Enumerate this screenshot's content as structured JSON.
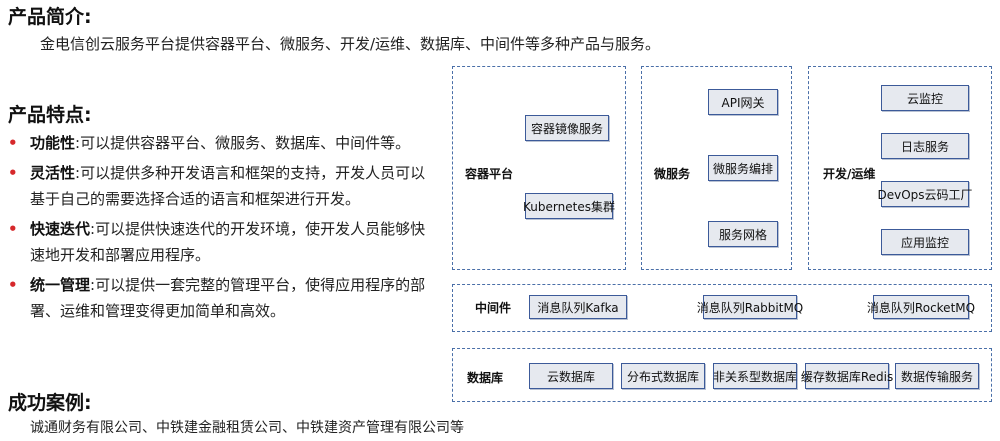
{
  "intro": {
    "title": "产品简介:",
    "text": "金电信创云服务平台提供容器平台、微服务、开发/运维、数据库、中间件等多种产品与服务。"
  },
  "features": {
    "title": "产品特点:",
    "items": [
      {
        "term": "功能性",
        "text": ":可以提供容器平台、微服务、数据库、中间件等。"
      },
      {
        "term": "灵活性",
        "text": ":可以提供多种开发语言和框架的支持，开发人员可以基于自己的需要选择合适的语言和框架进行开发。"
      },
      {
        "term": "快速迭代",
        "text": ":可以提供快速迭代的开发环境，使开发人员能够快速地开发和部署应用程序。"
      },
      {
        "term": "统一管理",
        "text": ":可以提供一套完整的管理平台，使得应用程序的部署、运维和管理变得更加简单和高效。"
      }
    ]
  },
  "cases": {
    "title": "成功案例:",
    "text": "诚通财务有限公司、中铁建金融租赁公司、中铁建资产管理有限公司等"
  },
  "diagram": {
    "container": {
      "label": "容器平台",
      "items": [
        "容器镜像服务",
        "Kubernetes集群"
      ]
    },
    "microservice": {
      "label": "微服务",
      "items": [
        "API网关",
        "微服务编排",
        "服务网格"
      ]
    },
    "devops": {
      "label": "开发/运维",
      "items": [
        "云监控",
        "日志服务",
        "DevOps云码工厂",
        "应用监控"
      ]
    },
    "middleware": {
      "label": "中间件",
      "items": [
        "消息队列Kafka",
        "消息队列RabbitMQ",
        "消息队列RocketMQ"
      ]
    },
    "database": {
      "label": "数据库",
      "items": [
        "云数据库",
        "分布式数据库",
        "非关系型数据库",
        "缓存数据库Redis",
        "数据传输服务"
      ]
    }
  }
}
